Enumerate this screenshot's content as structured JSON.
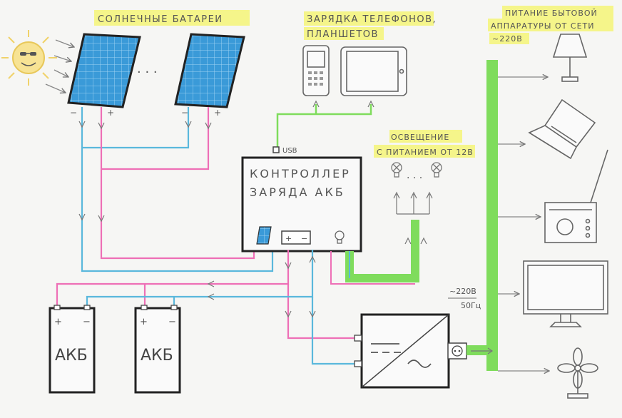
{
  "labels": {
    "solar": "СОЛНЕЧНЫЕ БАТАРЕИ",
    "charging_line1": "ЗАРЯДКА ТЕЛЕФОНОВ,",
    "charging_line2": "ПЛАНШЕТОВ",
    "power_line1": "ПИТАНИЕ БЫТОВОЙ",
    "power_line2": "АППАРАТУРЫ ОТ СЕТИ",
    "power_voltage": "~220В",
    "lighting_line1": "ОСВЕЩЕНИЕ",
    "lighting_line2": "С ПИТАНИЕМ ОТ 12В",
    "usb": "USB",
    "controller_line1": "КОНТРОЛЛЕР",
    "controller_line2": "ЗАРЯДА АКБ",
    "inverter_out_v": "~220В",
    "inverter_out_hz": "50Гц",
    "battery1": "АКБ",
    "battery2": "АКБ",
    "panel_ellipsis": ". . .",
    "lamp_ellipsis": ". . .",
    "plus": "+",
    "minus": "−"
  },
  "colors": {
    "positive_wire": "#ee6fb6",
    "negative_wire": "#5ab8dc",
    "ac_bus": "#7fdc5c",
    "usb_wire": "#7fdc5c",
    "solar_cell": "#3a9ad8",
    "label_highlight": "#f5f58a"
  },
  "icons": [
    "sun-icon",
    "solar-panel-icon",
    "phone-icon",
    "tablet-icon",
    "bulb-icon",
    "lamp-icon",
    "laptop-icon",
    "radio-icon",
    "monitor-icon",
    "fan-icon",
    "socket-icon"
  ]
}
